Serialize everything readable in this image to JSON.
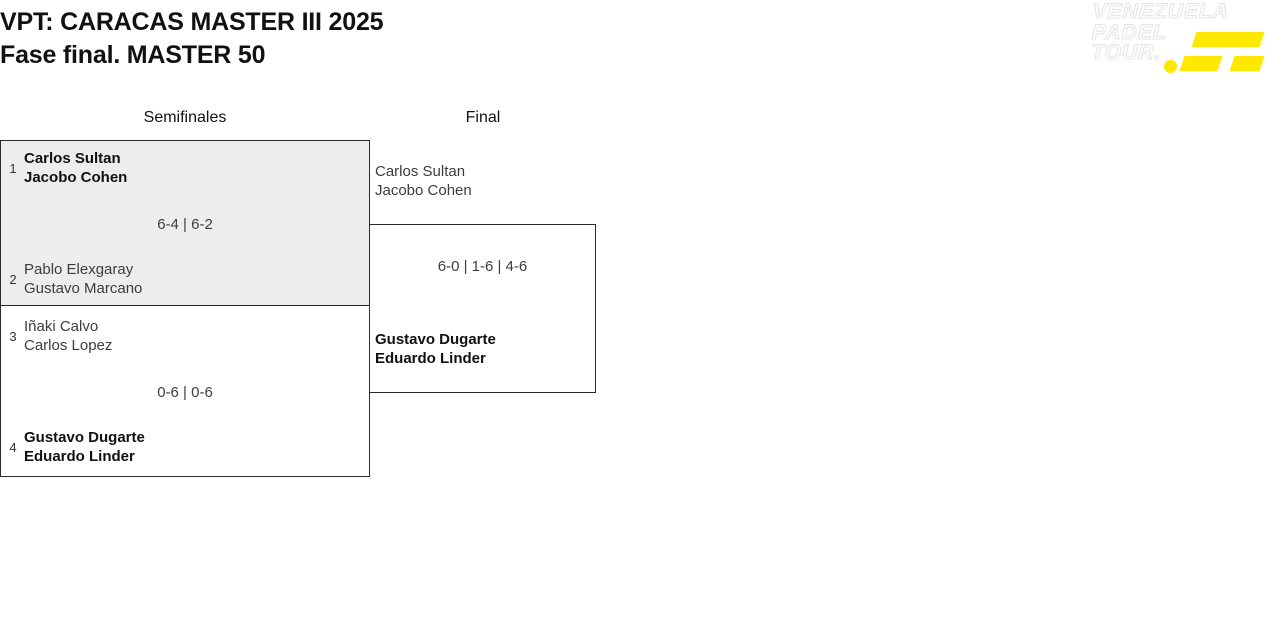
{
  "header": {
    "title_line_1": "VPT: CARACAS MASTER III 2025",
    "title_line_2": "Fase final. MASTER 50"
  },
  "logo": {
    "line_1": "VENEZUELA",
    "line_2": "PADEL",
    "line_3": "TOUR.",
    "accent_color": "#ffe800",
    "text_color": "#ffffff"
  },
  "rounds": [
    {
      "label": "Semifinales"
    },
    {
      "label": "Final"
    }
  ],
  "bracket": {
    "semifinals": [
      {
        "shaded": true,
        "score": "6-4 | 6-2",
        "top": {
          "seed": "1",
          "player_1": "Carlos Sultan",
          "player_2": "Jacobo Cohen",
          "winner": true
        },
        "bottom": {
          "seed": "2",
          "player_1": "Pablo Elexgaray",
          "player_2": "Gustavo Marcano",
          "winner": false
        }
      },
      {
        "shaded": false,
        "score": "0-6 | 0-6",
        "top": {
          "seed": "3",
          "player_1": "Iñaki Calvo",
          "player_2": "Carlos Lopez",
          "winner": false
        },
        "bottom": {
          "seed": "4",
          "player_1": "Gustavo Dugarte",
          "player_2": "Eduardo Linder",
          "winner": true
        }
      }
    ],
    "final": {
      "score": "6-0 | 1-6 | 4-6",
      "top": {
        "player_1": "Carlos Sultan",
        "player_2": "Jacobo Cohen",
        "winner": false
      },
      "bottom": {
        "player_1": "Gustavo Dugarte",
        "player_2": "Eduardo Linder",
        "winner": true
      }
    }
  },
  "colors": {
    "shaded_row": "#ededed",
    "border": "#2b2b2b",
    "text": "#3d3d3d",
    "winner_text": "#111111"
  }
}
